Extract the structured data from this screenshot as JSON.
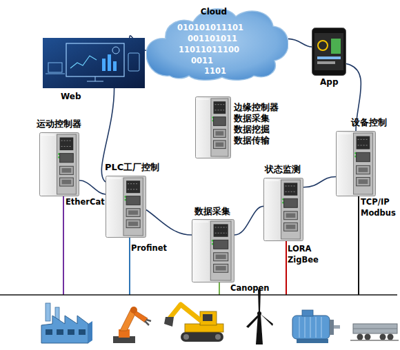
{
  "diagram": {
    "nodes": [
      {
        "text": [
          "Cloud"
        ]
      },
      {
        "text": [
          "Web"
        ]
      },
      {
        "text": [
          "App"
        ]
      },
      {
        "text": [
          "边缘控制器 数据采集 数据挖掘 数据传输"
        ]
      },
      {
        "text": [
          "运动控制器",
          "EtherCat"
        ]
      },
      {
        "text": [
          "设备控制",
          "TCP/IP Modbus"
        ]
      },
      {
        "text": [
          "PLC工厂控制",
          "Profinet"
        ]
      },
      {
        "text": [
          "状态监测",
          "LORA ZigBee"
        ]
      },
      {
        "text": [
          "数据采集",
          "Canopen"
        ]
      }
    ],
    "edges": [
      {
        "from": 1,
        "to": 0,
        "arrow": "none"
      },
      {
        "from": 0,
        "to": 2,
        "arrow": "none"
      },
      {
        "from": 2,
        "to": 5,
        "arrow": "none"
      },
      {
        "from": 1,
        "to": 6,
        "arrow": "none"
      },
      {
        "from": 4,
        "to": 6,
        "arrow": "none"
      },
      {
        "from": 6,
        "to": 8,
        "arrow": "none"
      },
      {
        "from": 8,
        "to": 7,
        "arrow": "none"
      },
      {
        "from": 7,
        "to": 5,
        "arrow": "none"
      }
    ],
    "labels": [
      "010101011101",
      "001101011",
      "11011011100",
      "0011",
      "1101"
    ]
  }
}
